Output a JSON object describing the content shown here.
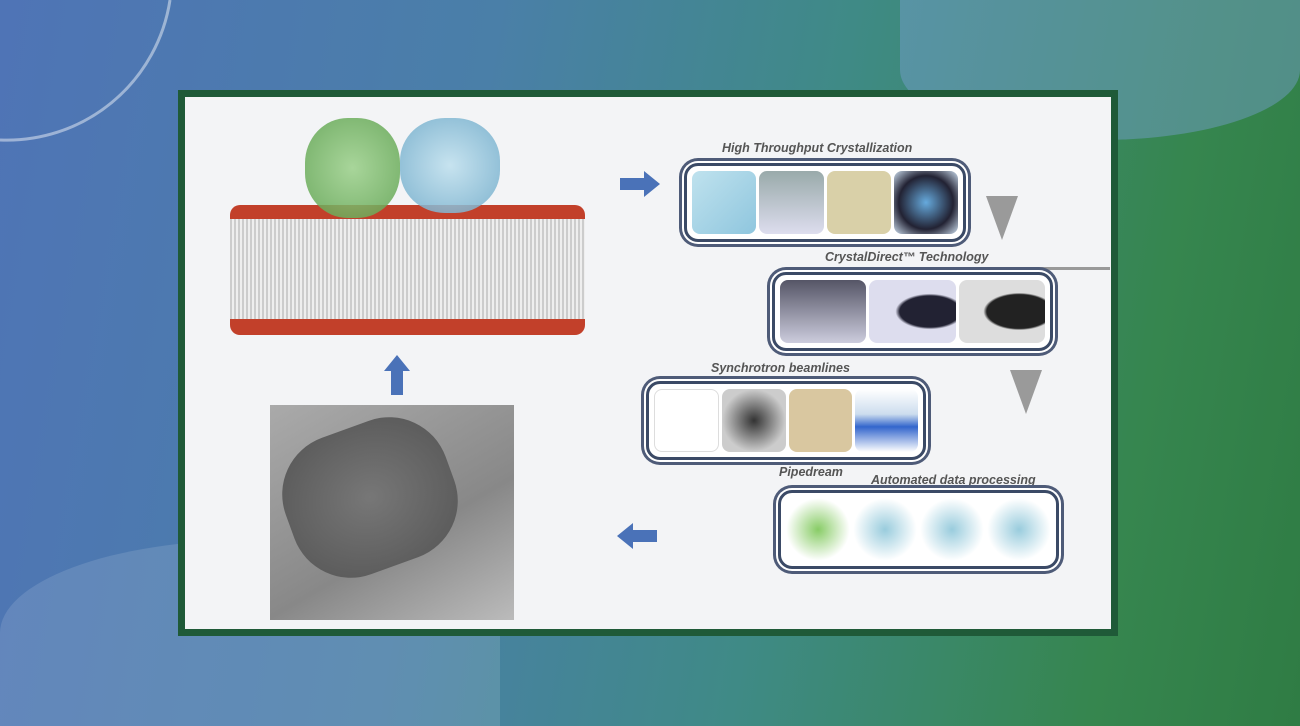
{
  "steps": {
    "crystallization": "High Throughput Crystallization",
    "crystaldirect": "CrystalDirect™ Technology",
    "synchrotron": "Synchrotron beamlines",
    "pipedream": "Pipedream",
    "processing": "Automated data  processing"
  },
  "colors": {
    "arrow": "#4a72b8",
    "frame": "#1f5a38"
  }
}
